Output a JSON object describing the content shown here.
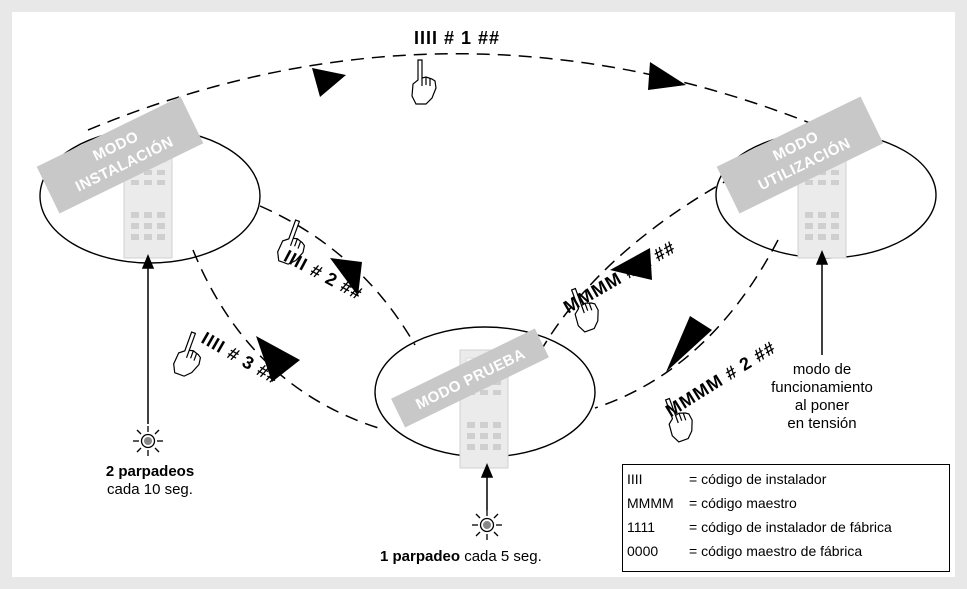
{
  "modes": {
    "instalacion": [
      "MODO",
      "INSTALACIÓN"
    ],
    "utilizacion": [
      "MODO",
      "UTILIZACIÓN"
    ],
    "prueba": "MODO PRUEBA"
  },
  "codes": {
    "top": "IIII  #  1  ##",
    "inst_to_prueba": "IIII  #  2  ##",
    "prueba_to_inst": "IIII  #  3  ##",
    "prueba_to_util": "MMMM  #  1  ##",
    "util_to_prueba": "MMMM  #  2  ##"
  },
  "notes": {
    "left_bold": "2 parpadeos",
    "left_rest": "cada 10 seg.",
    "bottom_bold": "1 parpadeo",
    "bottom_rest": " cada 5 seg.",
    "right": [
      "modo de",
      "funcionamiento",
      "al poner",
      "en tensión"
    ]
  },
  "legend": [
    {
      "key": "IIII",
      "value": "= código de instalador"
    },
    {
      "key": "MMMM",
      "value": "= código maestro"
    },
    {
      "key": "1111",
      "value": "= código de instalador de fábrica"
    },
    {
      "key": "0000",
      "value": "= código maestro de fábrica"
    }
  ]
}
